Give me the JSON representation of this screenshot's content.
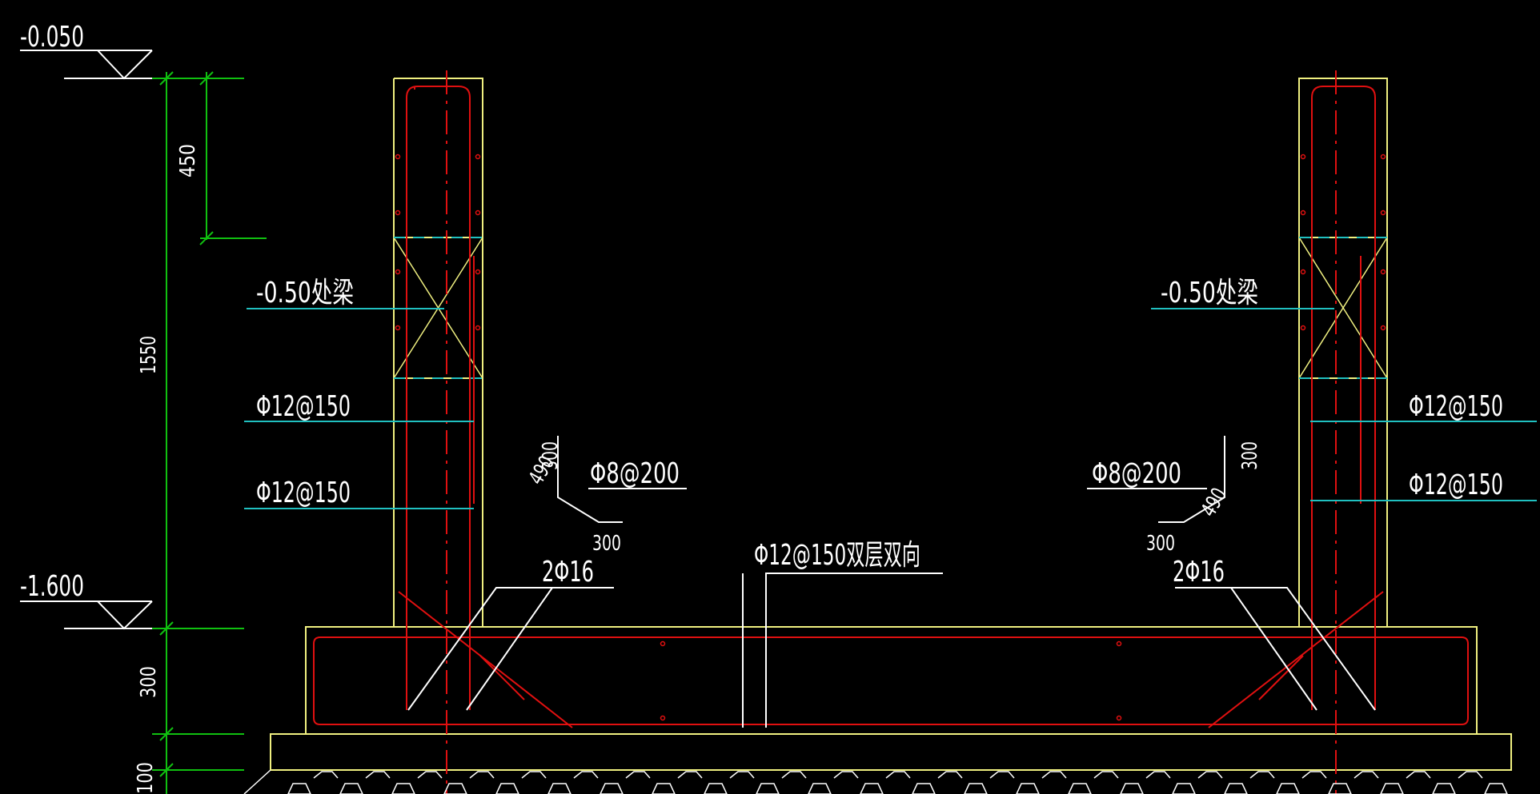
{
  "drawing": {
    "elevations": {
      "top": "-0.050",
      "bottom": "-1.600"
    },
    "dimensions": {
      "d450": "450",
      "d1550": "1550",
      "d300": "300",
      "d100_partial": "100"
    },
    "left": {
      "beam_label": "-0.50处梁",
      "bar_1": "Φ12@150",
      "bar_2": "Φ12@150",
      "haunch_bar": "Φ8@200",
      "haunch_dim_vertical": "300",
      "haunch_dim_diagonal": "490",
      "haunch_dim_horizontal": "300",
      "corner_bars": "2Φ16"
    },
    "right": {
      "beam_label": "-0.50处梁",
      "bar_1": "Φ12@150",
      "bar_2": "Φ12@150",
      "haunch_bar": "Φ8@200",
      "haunch_dim_vertical": "300",
      "haunch_dim_diagonal": "490",
      "haunch_dim_horizontal": "300",
      "corner_bars": "2Φ16"
    },
    "slab_bar": "Φ12@150双层双向"
  },
  "colors": {
    "background": "#000000",
    "concrete_outline": "#f0f080",
    "rebar": "#e01010",
    "dimension": "#10c010",
    "leader": "#20c0c0",
    "text": "#ffffff"
  }
}
